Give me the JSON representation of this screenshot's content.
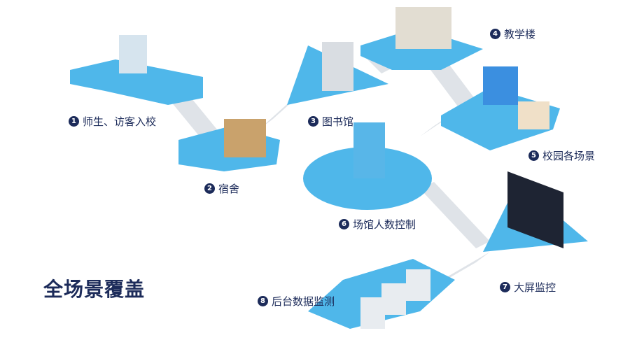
{
  "title": "全场景覆盖",
  "colors": {
    "text": "#1c2b5a",
    "platform": "#35a8e0",
    "platform_top": "#5bc0ee",
    "stairs": "#e3e6ea",
    "building": "#d9dde2"
  },
  "scenes": [
    {
      "num": "1",
      "label": "师生、访客入校"
    },
    {
      "num": "2",
      "label": "宿舍"
    },
    {
      "num": "3",
      "label": "图书馆"
    },
    {
      "num": "4",
      "label": "教学楼"
    },
    {
      "num": "5",
      "label": "校园各场景"
    },
    {
      "num": "6",
      "label": "场馆人数控制"
    },
    {
      "num": "7",
      "label": "大屏监控"
    },
    {
      "num": "8",
      "label": "后台数据监测"
    }
  ]
}
